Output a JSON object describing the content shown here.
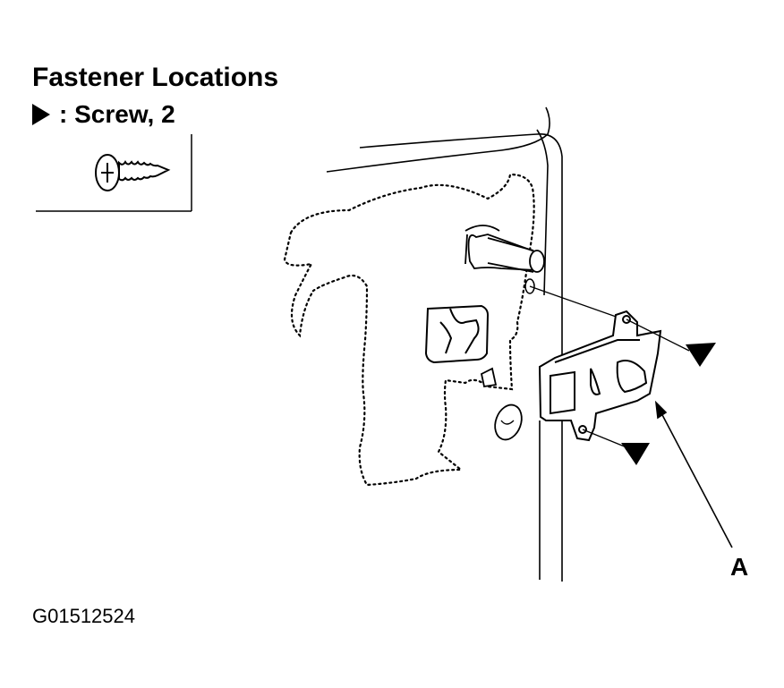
{
  "header": {
    "title": "Fastener Locations",
    "legend_label": ": Screw, 2"
  },
  "callouts": {
    "part_a": "A"
  },
  "figure_id": "G01512524",
  "icons": [
    "fastener-triangle-icon",
    "screw-icon"
  ]
}
